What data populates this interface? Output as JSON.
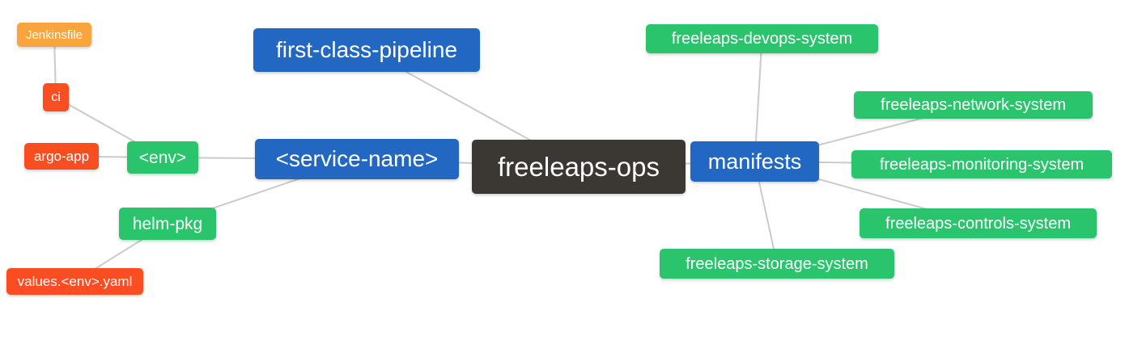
{
  "diagram": {
    "root_label": "freeleaps-ops",
    "palette": {
      "blue": "#2268C3",
      "green": "#2AC46D",
      "red": "#FA4D22",
      "orange": "#F9A53C",
      "dark": "#3B3733",
      "edge_line": "#CBCBCB",
      "node_text": "#FFFFFF",
      "background": "#FFFFFF"
    },
    "nodes": {
      "jenkinsfile": {
        "label": "Jenkinsfile",
        "color": "orange"
      },
      "ci": {
        "label": "ci",
        "color": "red"
      },
      "argo_app": {
        "label": "argo-app",
        "color": "red"
      },
      "env": {
        "label": "<env>",
        "color": "green"
      },
      "helm_pkg": {
        "label": "helm-pkg",
        "color": "green"
      },
      "values_env_yaml": {
        "label": "values.<env>.yaml",
        "color": "red"
      },
      "first_class_pipeline": {
        "label": "first-class-pipeline",
        "color": "blue"
      },
      "service_name": {
        "label": "<service-name>",
        "color": "blue"
      },
      "freeleaps_ops": {
        "label": "freeleaps-ops",
        "color": "dark"
      },
      "manifests": {
        "label": "manifests",
        "color": "blue"
      },
      "devops_system": {
        "label": "freeleaps-devops-system",
        "color": "green"
      },
      "network_system": {
        "label": "freeleaps-network-system",
        "color": "green"
      },
      "monitoring_system": {
        "label": "freeleaps-monitoring-system",
        "color": "green"
      },
      "controls_system": {
        "label": "freeleaps-controls-system",
        "color": "green"
      },
      "storage_system": {
        "label": "freeleaps-storage-system",
        "color": "green"
      }
    },
    "edges": [
      [
        "jenkinsfile",
        "ci"
      ],
      [
        "ci",
        "env"
      ],
      [
        "argo_app",
        "env"
      ],
      [
        "env",
        "service_name"
      ],
      [
        "helm_pkg",
        "service_name"
      ],
      [
        "values_env_yaml",
        "helm_pkg"
      ],
      [
        "service_name",
        "freeleaps_ops"
      ],
      [
        "first_class_pipeline",
        "freeleaps_ops"
      ],
      [
        "freeleaps_ops",
        "manifests"
      ],
      [
        "manifests",
        "devops_system"
      ],
      [
        "manifests",
        "network_system"
      ],
      [
        "manifests",
        "monitoring_system"
      ],
      [
        "manifests",
        "controls_system"
      ],
      [
        "manifests",
        "storage_system"
      ]
    ]
  }
}
